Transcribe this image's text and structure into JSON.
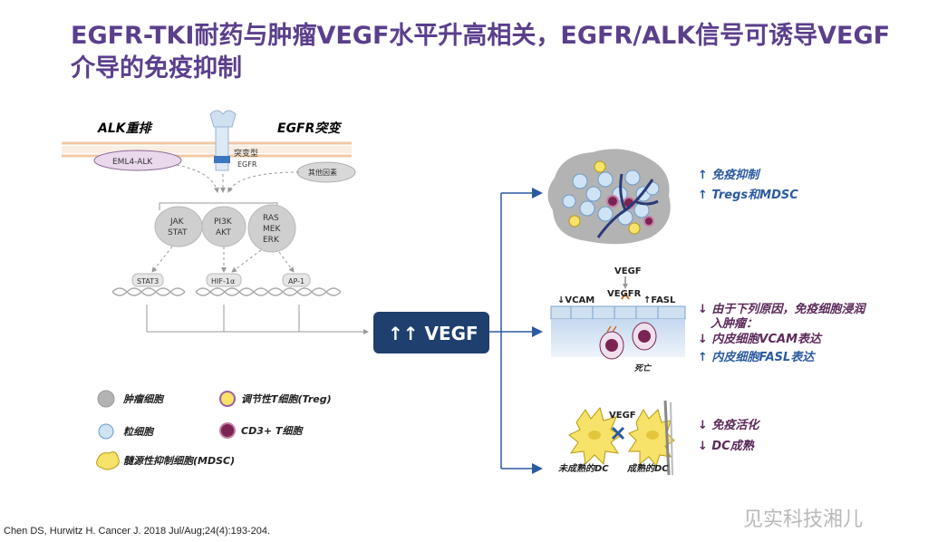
{
  "title": "EGFR-TKI耐药与肿瘤VEGF水平升高相关，EGFR/ALK信号可诱导VEGF介导的免疫抑制",
  "left": {
    "alk_label": "ALK重排",
    "egfr_label": "EGFR突变",
    "eml4_alk": "EML4-ALK",
    "mutant_egfr_1": "突变型",
    "mutant_egfr_2": "EGFR",
    "other_factors": "其他因素",
    "jak": "JAK",
    "stat": "STAT",
    "pi3k": "PI3K",
    "akt": "AKT",
    "ras": "RAS",
    "mek": "MEK",
    "erk": "ERK",
    "stat3": "STAT3",
    "hif": "HIF-1α",
    "ap1": "AP-1"
  },
  "vegf_box": "↑↑ VEGF",
  "legend": {
    "tumor": "肿瘤细胞",
    "treg": "调节性T细胞(Treg)",
    "granulocyte": "粒细胞",
    "cd3": "CD3+ T细胞",
    "mdsc": "髓源性抑制细胞(MDSC)"
  },
  "panel2": {
    "vegf": "VEGF",
    "vegfr": "VEGFR",
    "vcam": "↓VCAM",
    "fasl": "↑FASL",
    "death": "死亡"
  },
  "panel3": {
    "vegf": "VEGF",
    "immature_dc": "未成熟的DC",
    "mature_dc": "成熟的DC"
  },
  "right": {
    "p1_line1": "↑ 免疫抑制",
    "p1_line2": "↑ Tregs和MDSC",
    "p2_line1": "↓ 由于下列原因，免疫细胞浸润",
    "p2_line2": "入肿瘤：",
    "p2_line3": "↓ 内皮细胞VCAM表达",
    "p2_line4": "↑ 内皮细胞FASL表达",
    "p3_line1": "↓ 免疫活化",
    "p3_line2": "↓ DC成熟"
  },
  "citation": "Chen DS, Hurwitz H. Cancer J. 2018 Jul/Aug;24(4):193-204.",
  "watermark": "见实科技湘儿",
  "colors": {
    "title": "#5b3f8c",
    "arrow": "#2b5aa0",
    "vegf_box": "#1f3f6e",
    "purple_text": "#5b2a5a"
  }
}
